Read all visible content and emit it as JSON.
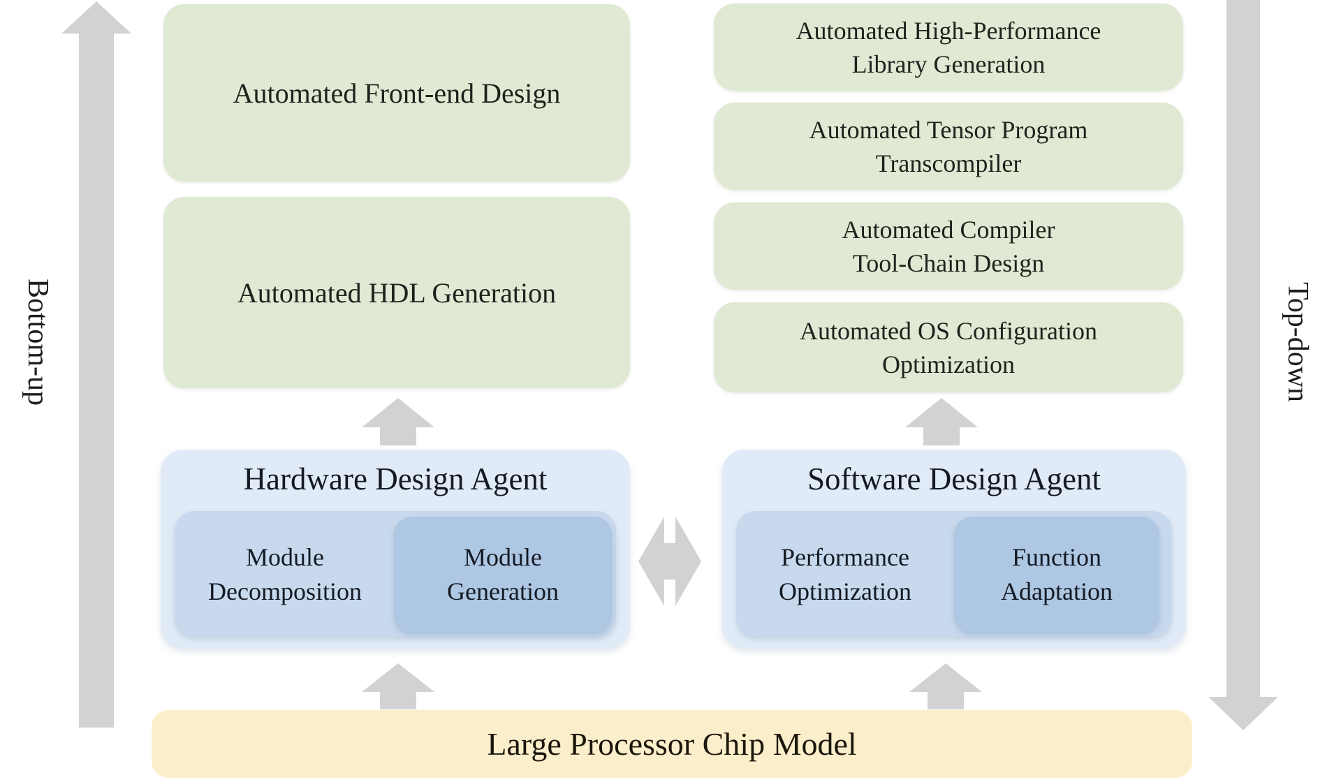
{
  "figure": {
    "description_labels": {
      "bottom_up": "Bottom-up",
      "top_down": "Top-down"
    }
  },
  "hardware_outputs": [
    {
      "text": "Automated Front-end Design"
    },
    {
      "text": "Automated HDL Generation"
    }
  ],
  "software_outputs": [
    {
      "line1": "Automated High-Performance",
      "line2": "Library Generation"
    },
    {
      "line1": "Automated Tensor Program",
      "line2": "Transcompiler"
    },
    {
      "line1": "Automated Compiler",
      "line2": "Tool-Chain Design"
    },
    {
      "line1": "Automated OS Configuration",
      "line2": "Optimization"
    }
  ],
  "hardware_agent": {
    "title": "Hardware Design Agent",
    "modules": [
      {
        "line1": "Module",
        "line2": "Decomposition"
      },
      {
        "line1": "Module",
        "line2": "Generation"
      }
    ]
  },
  "software_agent": {
    "title": "Software Design Agent",
    "modules": [
      {
        "line1": "Performance",
        "line2": "Optimization"
      },
      {
        "line1": "Function",
        "line2": "Adaptation"
      }
    ]
  },
  "foundation": {
    "title": "Large Processor Chip Model"
  },
  "colors": {
    "output_box_green": "#dfe9d3",
    "agent_box_light_blue": "#e1ebf7",
    "module_band_blue": "#c8d9ed",
    "module_dark_blue": "#aec7e2",
    "foundation_yellow": "#fbeecb",
    "arrow_gray": "#d2d2d2",
    "text_dark": "#1c1c1c"
  }
}
